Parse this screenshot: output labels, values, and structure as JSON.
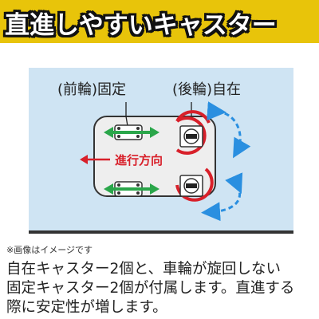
{
  "header": {
    "title": "直進しやすいキャスター",
    "colors": {
      "background": "#e8c40a",
      "text": "#ffffff",
      "outline": "#111111"
    }
  },
  "diagram": {
    "front_label": "(前輪)固定",
    "rear_label": "(後輪)自在",
    "direction_label": "進行方向",
    "colors": {
      "panel": "#cfe4f3",
      "frame": "#333333",
      "fixed_arrow": "#2aa64a",
      "direction": "#d8202a",
      "swivel_marker": "#d8202a",
      "rotation_arrow": "#2a8fe0"
    }
  },
  "note": "※画像はイメージです",
  "description": {
    "line1": "自在キャスター2個と、車輪が旋回しない",
    "line2": "固定キャスター2個が付属します。直進する",
    "line3": "際に安定性が増します。"
  }
}
